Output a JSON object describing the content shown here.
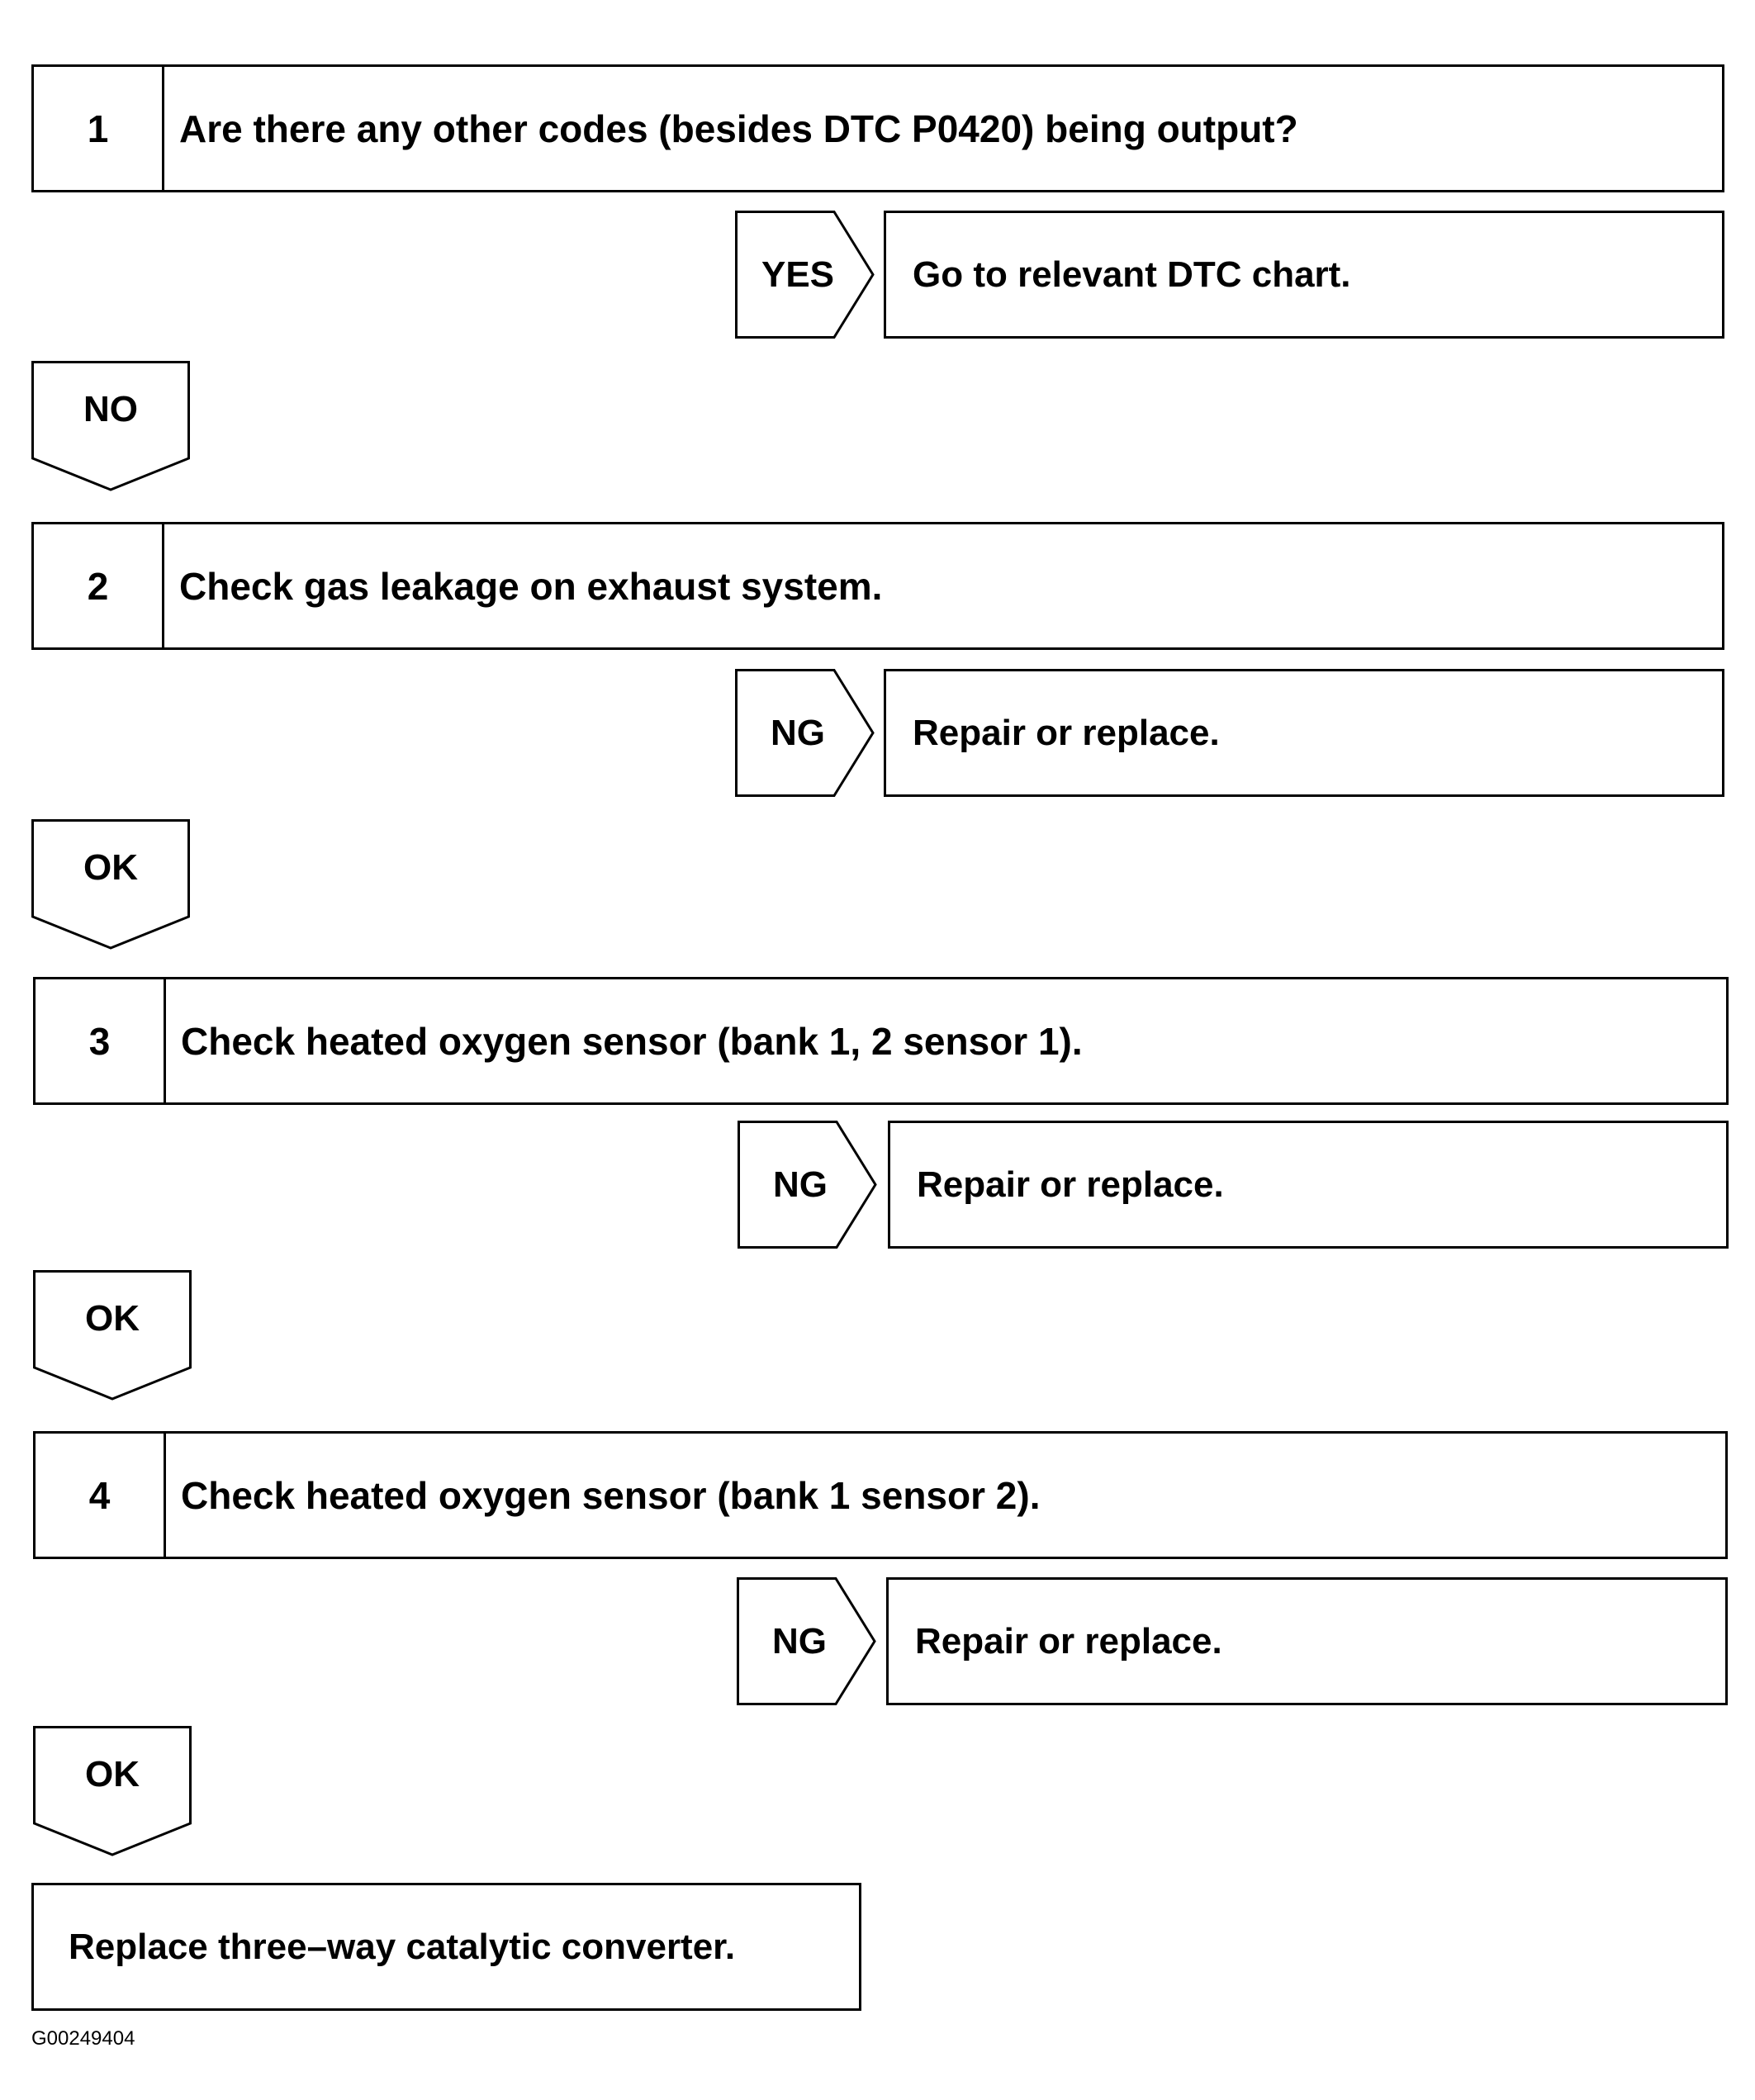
{
  "steps": [
    {
      "number": "1",
      "text": "Are there any other codes (besides DTC P0420) being output?"
    },
    {
      "number": "2",
      "text": "Check gas leakage on exhaust system."
    },
    {
      "number": "3",
      "text": "Check heated oxygen sensor (bank 1, 2 sensor 1)."
    },
    {
      "number": "4",
      "text": "Check heated oxygen sensor (bank 1 sensor 2)."
    }
  ],
  "branches": [
    {
      "label": "YES",
      "result": "Go to relevant DTC chart."
    },
    {
      "label": "NG",
      "result": "Repair or replace."
    },
    {
      "label": "NG",
      "result": "Repair or replace."
    },
    {
      "label": "NG",
      "result": "Repair or replace."
    }
  ],
  "continues": [
    {
      "label": "NO"
    },
    {
      "label": "OK"
    },
    {
      "label": "OK"
    },
    {
      "label": "OK"
    }
  ],
  "final": {
    "text": "Replace three–way catalytic converter."
  },
  "figure_id": "G00249404"
}
